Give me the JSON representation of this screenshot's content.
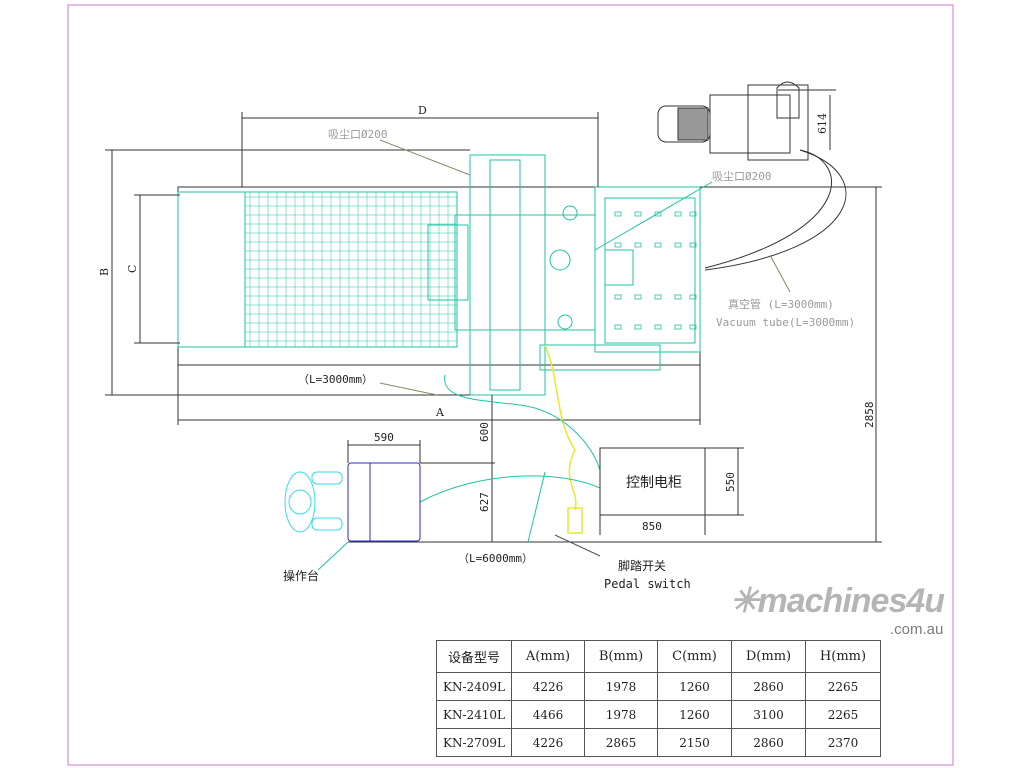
{
  "drawing": {
    "dim_D": "D",
    "dim_B": "B",
    "dim_C": "C",
    "dim_A": "A",
    "dust_port_1": "吸尘口Ø200",
    "dust_port_2": "吸尘口Ø200",
    "tube_3000": "（L=3000mm）",
    "tube_6000": "（L=6000mm）",
    "dim_600": "600",
    "dim_590": "590",
    "dim_627": "627",
    "dim_614": "614",
    "dim_2858": "2858",
    "dim_550": "550",
    "dim_850": "850",
    "control_cabinet": "控制电柜",
    "pedal_cn": "脚踏开关",
    "pedal_en": "Pedal switch",
    "operator_station": "操作台",
    "vacuum_cn": "真空管 (L=3000mm)",
    "vacuum_en": "Vacuum tube(L=3000mm)"
  },
  "spec_table": {
    "headers": [
      "设备型号",
      "A(mm)",
      "B(mm)",
      "C(mm)",
      "D(mm)",
      "H(mm)"
    ],
    "rows": [
      [
        "KN-2409L",
        "4226",
        "1978",
        "1260",
        "2860",
        "2265"
      ],
      [
        "KN-2410L",
        "4466",
        "1978",
        "1260",
        "3100",
        "2265"
      ],
      [
        "KN-2709L",
        "4226",
        "2865",
        "2150",
        "2860",
        "2370"
      ]
    ]
  },
  "watermark": {
    "brand": "machines4u",
    "domain": ".com.au"
  },
  "colors": {
    "machine": "#1fc4a4",
    "pedal_cable": "#e8e830",
    "operator": "#2a2ad0",
    "border": "#cc66cc"
  }
}
